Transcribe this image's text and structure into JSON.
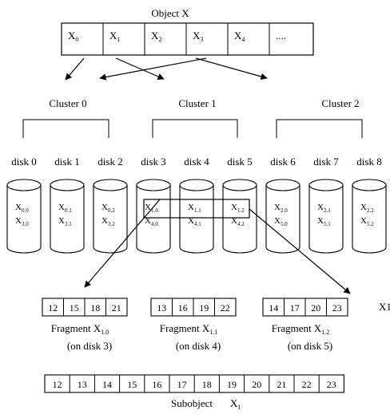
{
  "object": {
    "title": "Object X",
    "cells": [
      {
        "base": "X",
        "sub": "0"
      },
      {
        "base": "X",
        "sub": "1"
      },
      {
        "base": "X",
        "sub": "2"
      },
      {
        "base": "X",
        "sub": "3"
      },
      {
        "base": "X",
        "sub": "4"
      },
      {
        "base": "....",
        "sub": ""
      }
    ]
  },
  "clusters": [
    "Cluster 0",
    "Cluster 1",
    "Cluster 2"
  ],
  "disks": [
    {
      "label": "disk 0",
      "blocks": [
        "0.0",
        "3.0"
      ]
    },
    {
      "label": "disk 1",
      "blocks": [
        "0.1",
        "3.1"
      ]
    },
    {
      "label": "disk 2",
      "blocks": [
        "0.2",
        "3.2"
      ]
    },
    {
      "label": "disk 3",
      "blocks": [
        "1.0",
        "4.0"
      ]
    },
    {
      "label": "disk 4",
      "blocks": [
        "1.1",
        "4.1"
      ]
    },
    {
      "label": "disk 5",
      "blocks": [
        "1.2",
        "4.2"
      ]
    },
    {
      "label": "disk 6",
      "blocks": [
        "2.0",
        "5.0"
      ]
    },
    {
      "label": "disk 7",
      "blocks": [
        "2.1",
        "5.1"
      ]
    },
    {
      "label": "disk 8",
      "blocks": [
        "2.2",
        "5.2"
      ]
    }
  ],
  "block_base": "X",
  "fragments": [
    {
      "values": [
        "12",
        "15",
        "18",
        "21"
      ],
      "title": "Fragment X",
      "sub": "1.0",
      "note": "(on disk 3)"
    },
    {
      "values": [
        "13",
        "16",
        "19",
        "22"
      ],
      "title": "Fragment X",
      "sub": "1.1",
      "note": "(on disk 4)"
    },
    {
      "values": [
        "14",
        "17",
        "20",
        "23"
      ],
      "title": "Fragment X",
      "sub": "1.2",
      "note": "(on disk 5)"
    }
  ],
  "row_label": "X1",
  "subobject": {
    "values": [
      "12",
      "13",
      "14",
      "15",
      "16",
      "17",
      "18",
      "19",
      "20",
      "21",
      "22",
      "23"
    ],
    "label": "Subobject",
    "label_base": "X",
    "label_sub": "1"
  }
}
